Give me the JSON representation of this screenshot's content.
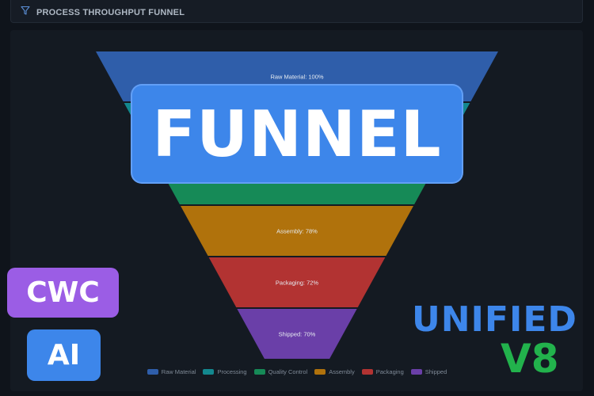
{
  "header": {
    "title": "PROCESS THROUGHPUT FUNNEL",
    "icon": "filter-icon"
  },
  "chart_data": {
    "type": "funnel",
    "stages": [
      {
        "name": "Raw Material",
        "label": "Raw Material: 100%",
        "value": 100,
        "color": "#2f5eaa"
      },
      {
        "name": "Processing",
        "label": "",
        "value": null,
        "color": "#13888f"
      },
      {
        "name": "Quality Control",
        "label": "",
        "value": null,
        "color": "#168a57"
      },
      {
        "name": "Assembly",
        "label": "Assembly: 78%",
        "value": 78,
        "color": "#b0720c"
      },
      {
        "name": "Packaging",
        "label": "Packaging: 72%",
        "value": 72,
        "color": "#b23332"
      },
      {
        "name": "Shipped",
        "label": "Shipped: 70%",
        "value": 70,
        "color": "#6a3fa8"
      }
    ],
    "legend": [
      "Raw Material",
      "Processing",
      "Quality Control",
      "Assembly",
      "Packaging",
      "Shipped"
    ],
    "legend_position": "bottom"
  },
  "overlay": {
    "title": "FUNNEL",
    "badge_cwc": "CWC",
    "badge_ai": "AI",
    "brand": "UNIFIED",
    "version": "V8"
  },
  "colors": {
    "blue": "#3d86ea",
    "purple": "#9b5de5",
    "green": "#22b24c"
  }
}
